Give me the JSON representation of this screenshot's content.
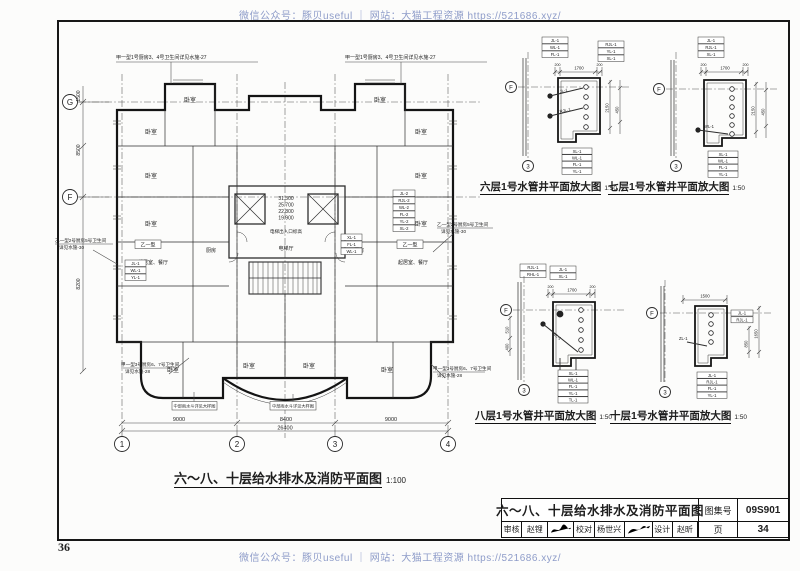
{
  "watermark": {
    "top": "微信公众号：豚贝useful ｜ 网站：大猫工程资源 https://521686.xyz/",
    "bottom": "微信公众号：豚贝useful ｜ 网站：大猫工程资源 https://521686.xyz/"
  },
  "sheet": {
    "page_no_margin": "36"
  },
  "main_plan": {
    "title": "六～八、十层给水排水及消防平面图",
    "scale": "1:100",
    "grid": {
      "G": "G",
      "F": "F",
      "n1": "1",
      "n2": "2",
      "n3": "3",
      "n4": "4"
    },
    "dims": {
      "seg1": "9000",
      "seg2": "8400",
      "seg3": "9000",
      "total": "26400",
      "v1": "1500",
      "v2": "8500",
      "v3": "8200"
    },
    "levels": {
      "l1": "31.500",
      "l2": "25.700",
      "l3": "22.800",
      "l4": "19.900",
      "note": "电梯出入口标高"
    },
    "rooms": {
      "bedroom": "卧室",
      "living": "起居室、餐厅",
      "type_b": "乙一型",
      "kitchen": "厨房",
      "hall": "电梯厅"
    },
    "annotations": {
      "top_left": "甲一型1号厨房3、4号卫生间详见水施-27",
      "top_right": "甲一型1号厨房3、4号卫生间详见水施-27",
      "left_l1": "乙一型2号厨房5号卫生间",
      "left_l2": "详见水施-30",
      "right_l1": "乙一型2号厨房5号卫生间",
      "right_l2": "详见水施-30",
      "bottom_left_l1": "甲一型3号厨房6、7号卫生间",
      "bottom_left_l2": "详见水施-28",
      "bottom_right_l1": "甲一型3号厨房6、7号卫生间",
      "bottom_right_l2": "详见水施-28",
      "bay_left": "中部雨水斗详见大样图",
      "bay_right": "中部雨水斗详见大样图"
    },
    "riser_codes": {
      "left": [
        "JL-1",
        "WL-1",
        "YL-1"
      ],
      "right": [
        "JL-2",
        "RJL-2",
        "WL-2",
        "FL-2",
        "YL-2",
        "XL-2"
      ],
      "center": [
        "XL-1",
        "FL-1",
        "WL-1"
      ]
    }
  },
  "details": {
    "d1": {
      "title": "六层1号水管井平面放大图",
      "scale": "1:50",
      "axis_h": "F",
      "axis_v": "3",
      "codes_top_a": [
        "JL-1",
        "WL-1",
        "FL-1"
      ],
      "codes_top_b": [
        "RJL-1",
        "YL-1",
        "XL-1"
      ],
      "codes_bottom": [
        "XL-1",
        "WL-1",
        "FL-1",
        "YL-1"
      ],
      "leader_a": "JL-1",
      "leader_b": "RJL-1",
      "dim_top": "1700",
      "dim_s1": "200",
      "dim_s2": "200",
      "dim_r1": "2150",
      "dim_r2": "450"
    },
    "d2": {
      "title": "七层1号水管井平面放大图",
      "scale": "1:50",
      "axis_h": "F",
      "axis_v": "3",
      "codes_top_a": [
        "JL-1",
        "RJL-1",
        "XL-1"
      ],
      "codes_bottom": [
        "XL-1",
        "WL-1",
        "FL-1",
        "YL-1"
      ],
      "leader_a": "WL-1",
      "dim_top": "1700",
      "dim_s1": "200",
      "dim_s2": "200",
      "dim_r1": "2150",
      "dim_r2": "450"
    },
    "d3": {
      "title": "八层1号水管井平面放大图",
      "scale": "1:50",
      "axis_h": "F",
      "axis_v": "3",
      "codes_top_a": [
        "RJL-1",
        "RHL-1"
      ],
      "codes_top_b": [
        "JL-1",
        "XL-1"
      ],
      "codes_bottom": [
        "XL-1",
        "WL-1",
        "FL-1",
        "YL-1",
        "TL-1"
      ],
      "leader_a": "WL-1",
      "dim_top": "1700",
      "dim_s1": "200",
      "dim_s2": "200",
      "dim_r1": "510",
      "dim_r2": "400"
    },
    "d4": {
      "title": "十层1号水管井平面放大图",
      "scale": "1:50",
      "axis_h": "F",
      "axis_v": "3",
      "codes_top_a": [
        "JL-1",
        "RJL-1"
      ],
      "codes_bottom": [
        "JL-1",
        "RJL-1",
        "FL-1",
        "YL-1"
      ],
      "leader_a": "ZL-1",
      "dim_top": "1500",
      "dim_r1": "1650",
      "dim_r2": "850"
    }
  },
  "title_block": {
    "title": "六～八、十层给水排水及消防平面图",
    "atlas_label": "图集号",
    "atlas_no": "09S901",
    "page_label": "页",
    "page_no": "34",
    "review_label": "审核",
    "review_name": "赵锂",
    "check_label": "校对",
    "check_name": "杨世兴",
    "design_label": "设计",
    "design_name": "赵昕"
  }
}
